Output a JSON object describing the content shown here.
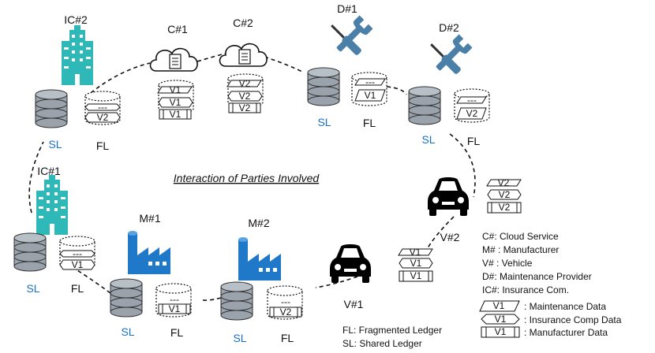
{
  "title": "Interaction of Parties Involved",
  "nodes": {
    "ic2": {
      "label": "IC#2",
      "sl": "SL",
      "fl": "FL",
      "fl_rows": [
        "---",
        "V2"
      ]
    },
    "c1": {
      "label": "C#1",
      "rows": [
        "V1",
        "V1",
        "V1"
      ]
    },
    "c2": {
      "label": "C#2",
      "rows": [
        "V2",
        "V2",
        "V2"
      ]
    },
    "d1": {
      "label": "D#1",
      "sl": "SL",
      "fl": "FL",
      "fl_rows": [
        "---",
        "V1"
      ]
    },
    "d2": {
      "label": "D#2",
      "sl": "SL",
      "fl": "FL",
      "fl_rows": [
        "---",
        "V2"
      ]
    },
    "ic1": {
      "label": "IC#1",
      "sl": "SL",
      "fl": "FL",
      "fl_rows": [
        "---",
        "V1"
      ]
    },
    "m1": {
      "label": "M#1",
      "sl": "SL",
      "fl": "FL",
      "fl_rows": [
        "---",
        "V1"
      ]
    },
    "m2": {
      "label": "M#2",
      "sl": "SL",
      "fl": "FL",
      "fl_rows": [
        "---",
        "V2"
      ]
    },
    "v1": {
      "label": "V#1",
      "rows": [
        "V1",
        "V1",
        "V1"
      ]
    },
    "v2": {
      "label": "V#2",
      "rows": [
        "V2",
        "V2",
        "V2"
      ]
    }
  },
  "legend_parties": [
    "C#: Cloud Service",
    "M# : Manufacturer",
    "V# : Vehicle",
    "D#: Maintenance Provider",
    "IC#: Insurance Com."
  ],
  "legend_data": [
    {
      "symbol": "V1",
      "text": ": Maintenance Data"
    },
    {
      "symbol": "V1",
      "text": ": Insurance Comp Data"
    },
    {
      "symbol": "V1",
      "text": ": Manufacturer Data"
    }
  ],
  "legend_ledger": [
    "FL: Fragmented Ledger",
    "SL: Shared Ledger"
  ],
  "colors": {
    "sl_blue": "#1a6fc0",
    "teal": "#2fb8b8",
    "factory": "#1f78c8",
    "tool": "#4a7fa8",
    "db": "#9aa3ab"
  }
}
